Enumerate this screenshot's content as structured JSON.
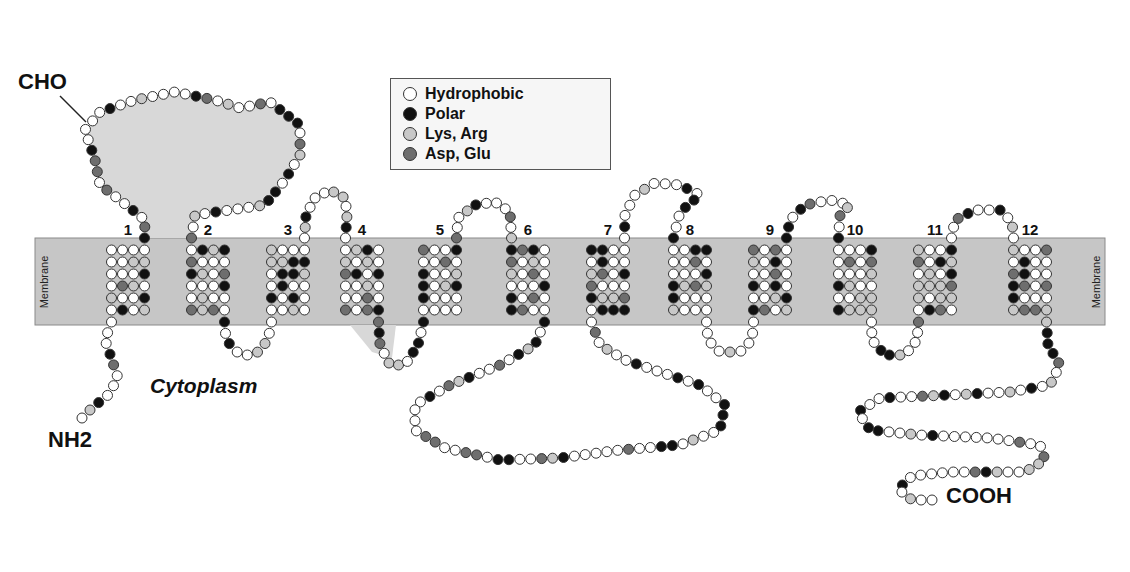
{
  "diagram": {
    "nodes": [
      {
        "text": [
          "Membrane",
          "Membrane"
        ]
      }
    ],
    "labels": [
      "CHO",
      "1",
      "2",
      "3",
      "4",
      "5",
      "6",
      "7",
      "8",
      "9",
      "10",
      "11",
      "12",
      "Cytoplasm",
      "NH2",
      "COOH"
    ],
    "legend": [
      {
        "text": "Hydrophobic",
        "color": "#ffffff"
      },
      {
        "text": "Polar",
        "color": "#111111"
      },
      {
        "text": "Lys, Arg",
        "color": "#c8c8c8"
      },
      {
        "text": "Asp, Glu",
        "color": "#6e6e6e"
      }
    ]
  }
}
